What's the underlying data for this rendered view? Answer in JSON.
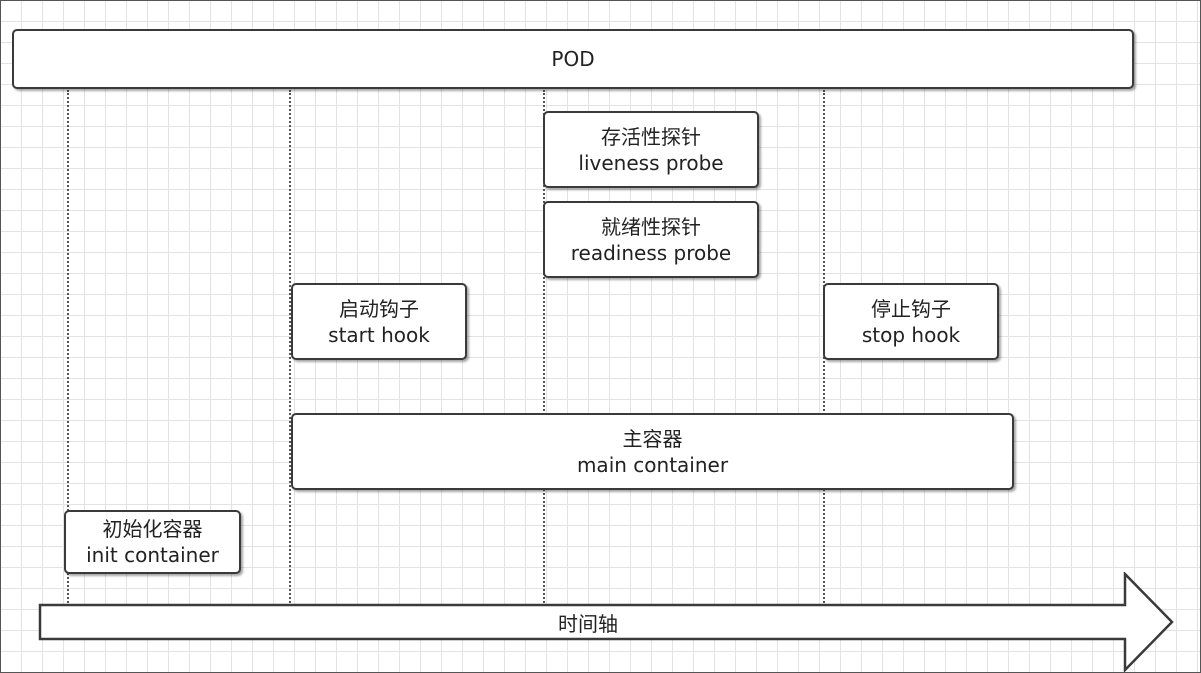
{
  "pod": {
    "label": "POD"
  },
  "boxes": {
    "liveness": {
      "zh": "存活性探针",
      "en": "liveness probe"
    },
    "readiness": {
      "zh": "就绪性探针",
      "en": "readiness probe"
    },
    "start_hook": {
      "zh": "启动钩子",
      "en": "start hook"
    },
    "stop_hook": {
      "zh": "停止钩子",
      "en": "stop hook"
    },
    "main_container": {
      "zh": "主容器",
      "en": "main container"
    },
    "init_container": {
      "zh": "初始化容器",
      "en": "init container"
    }
  },
  "timeline": {
    "label": "时间轴"
  }
}
